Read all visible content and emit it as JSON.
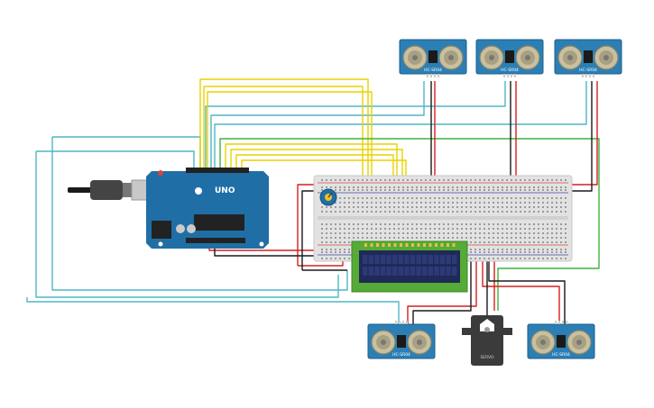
{
  "colors": {
    "arduino_board": "#1f6fa6",
    "sensor_board": "#2b7fb4",
    "sensor_eye": "#c8c0a0",
    "breadboard": "#e2e2e2",
    "lcd_pcb": "#55aa38",
    "lcd_screen": "#1f2a57",
    "servo_body": "#3b3b3b",
    "wire_yellow": "#e8d200",
    "wire_cyan": "#4fb6c6",
    "wire_green": "#3fb33f",
    "wire_red": "#d42020",
    "wire_black": "#1a1a1a",
    "wire_brown": "#8a5a3a"
  },
  "arduino": {
    "model_label": "UNO"
  },
  "sensors": [
    {
      "name": "ultrasonic-sensor-top-left",
      "chip_label": "HC-SR04"
    },
    {
      "name": "ultrasonic-sensor-top-middle",
      "chip_label": "HC-SR04"
    },
    {
      "name": "ultrasonic-sensor-top-right",
      "chip_label": "HC-SR04"
    },
    {
      "name": "ultrasonic-sensor-bottom-left",
      "chip_label": "HC-SR04"
    },
    {
      "name": "ultrasonic-sensor-bottom-right",
      "chip_label": "HC-SR04"
    }
  ],
  "servo": {
    "label": "SERVO"
  },
  "lcd": {
    "rows": 2,
    "cols": 16
  }
}
